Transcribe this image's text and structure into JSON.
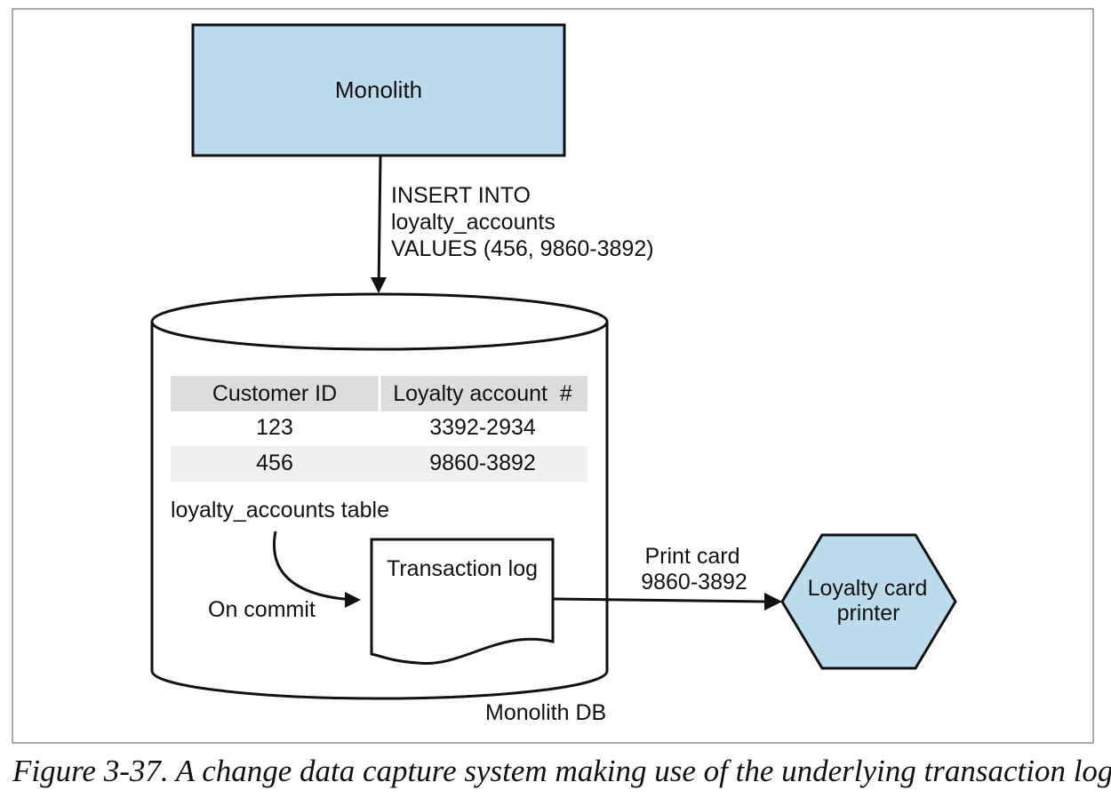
{
  "colors": {
    "box_fill": "#bcdbec",
    "table_header_fill": "#dcdcdc",
    "table_alt_row_fill": "#f0f0f0",
    "stroke": "#111111"
  },
  "monolith": {
    "label": "Monolith"
  },
  "insert_statement": {
    "line1": "INSERT INTO",
    "line2": "loyalty_accounts",
    "line3": "VALUES (456, 9860-3892)"
  },
  "database": {
    "label": "Monolith DB",
    "table": {
      "caption": "loyalty_accounts table",
      "headers": [
        "Customer ID",
        "Loyalty account  #"
      ],
      "rows": [
        [
          "123",
          "3392-2934"
        ],
        [
          "456",
          "9860-3892"
        ]
      ]
    },
    "on_commit_label": "On commit",
    "transaction_log_label": "Transaction log"
  },
  "print_card": {
    "line1": "Print card",
    "line2": "9860-3892"
  },
  "printer": {
    "line1": "Loyalty card",
    "line2": "printer"
  },
  "caption": "Figure 3-37. A change data capture system making use of the underlying transaction log"
}
